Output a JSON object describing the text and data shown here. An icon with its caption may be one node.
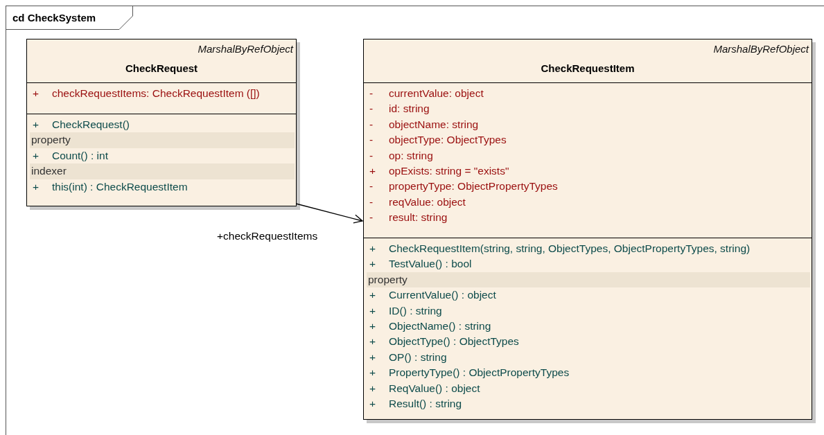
{
  "diagram": {
    "nodes": [
      {
        "text": [
          "cd CheckSystem"
        ]
      },
      {
        "text": [
          "MarshalByRefObject",
          "CheckRequest",
          "+ checkRequestItems: CheckRequestItem ([])",
          "+ CheckRequest()",
          "property",
          "+ Count() : int",
          "indexer",
          "+ this(int) : CheckRequestItem"
        ],
        "in": 0
      },
      {
        "text": [
          "MarshalByRefObject",
          "CheckRequestItem",
          "- currentValue: object",
          "- id: string",
          "- objectName: string",
          "- objectType: ObjectTypes",
          "- op: string",
          "+ opExists: string = \"exists\"",
          "- propertyType: ObjectPropertyTypes",
          "- reqValue: object",
          "- result: string",
          "+ CheckRequestItem(string, string, ObjectTypes, ObjectPropertyTypes, string)",
          "+ TestValue() : bool",
          "property",
          "+ CurrentValue() : object",
          "+ ID() : string",
          "+ ObjectName() : string",
          "+ ObjectType() : ObjectTypes",
          "+ OP() : string",
          "+ PropertyType() : ObjectPropertyTypes",
          "+ ReqValue() : object",
          "+ Result() : string"
        ],
        "in": 0
      }
    ],
    "edges": [
      {
        "from": 1,
        "to": 2,
        "arrow": "to",
        "label": "+checkRequestItems"
      }
    ]
  }
}
